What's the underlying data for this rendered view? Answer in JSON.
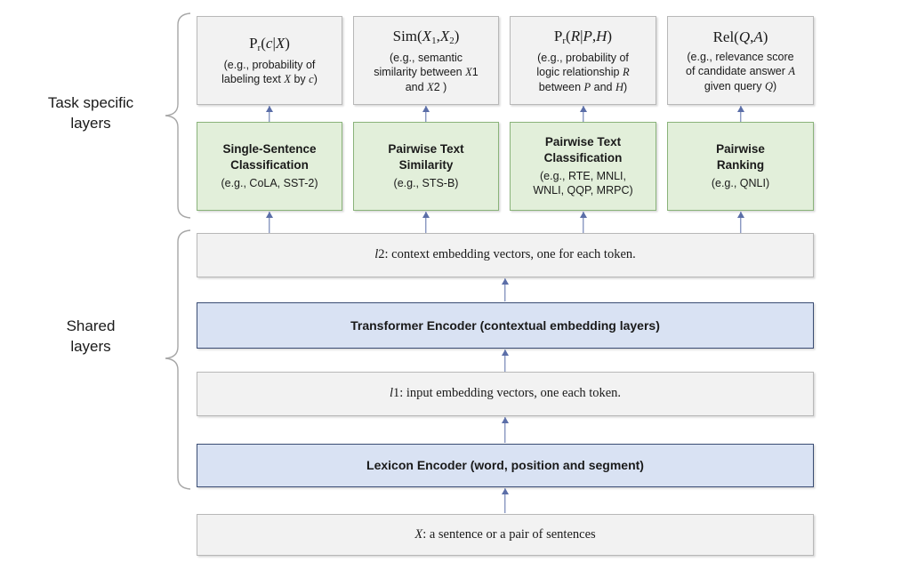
{
  "diagram": {
    "title": "MT-DNN multi-task model architecture",
    "colors": {
      "gray_fill": "#f2f2f2",
      "gray_border": "#b8b8b8",
      "green_fill": "#e2efda",
      "green_border": "#8ab37a",
      "blue_fill": "#d9e2f3",
      "blue_border": "#3a4c73",
      "arrow": "#5b6ea8"
    },
    "side_labels": [
      {
        "id": "task-specific",
        "line1": "Task specific",
        "line2": "layers"
      },
      {
        "id": "shared",
        "line1": "Shared",
        "line2": "layers"
      }
    ],
    "output_boxes": [
      {
        "id": "prob-c-given-x",
        "formula_html": "P<span class=\"sub roman\">r</span>(<span class=\"italic\">c</span>|<span class=\"italic\">X</span>)",
        "lines": [
          "(e.g., probability of",
          "labeling text X by c)"
        ],
        "lines_html": [
          "(e.g., probability of",
          "labeling text <span class=\"italic\">X</span> by <span class=\"italic\">c</span>)"
        ]
      },
      {
        "id": "sim-x1-x2",
        "formula_html": "Sim(<span class=\"italic\">X</span><span class=\"sub\">1</span>,<span class=\"italic\">X</span><span class=\"sub\">2</span>)",
        "lines": [
          "(e.g., semantic",
          "similarity between X1",
          "and X2 )"
        ],
        "lines_html": [
          "(e.g., semantic",
          "similarity between <span class=\"italic\">X</span><span class=\"sub\">1</span>",
          "and <span class=\"italic\">X</span><span class=\"sub\">2</span> )"
        ]
      },
      {
        "id": "prob-r-given-p-h",
        "formula_html": "P<span class=\"sub roman\">r</span>(<span class=\"italic\">R</span>|<span class=\"italic\">P</span>,<span class=\"italic\">H</span>)",
        "lines": [
          "(e.g., probability of",
          "logic relationship R",
          "between P and H)"
        ],
        "lines_html": [
          "(e.g., probability of",
          "logic relationship <span class=\"italic\">R</span>",
          "between <span class=\"italic\">P</span> and <span class=\"italic\">H</span>)"
        ]
      },
      {
        "id": "rel-q-a",
        "formula_html": "Rel(<span class=\"italic\">Q</span>,<span class=\"italic\">A</span>)",
        "lines": [
          "(e.g., relevance score",
          "of candidate answer A",
          "given query Q)"
        ],
        "lines_html": [
          "(e.g., relevance score",
          "of candidate answer <span class=\"italic\">A</span>",
          "given query <span class=\"italic\">Q</span>)"
        ]
      }
    ],
    "task_boxes": [
      {
        "id": "single-sentence-classification",
        "title_lines": [
          "Single-Sentence",
          "Classification"
        ],
        "examples": [
          "(e.g., CoLA, SST-2)"
        ]
      },
      {
        "id": "pairwise-text-similarity",
        "title_lines": [
          "Pairwise Text",
          "Similarity"
        ],
        "examples": [
          "(e.g., STS-B)"
        ]
      },
      {
        "id": "pairwise-text-classification",
        "title_lines": [
          "Pairwise Text",
          "Classification"
        ],
        "examples": [
          "(e.g., RTE, MNLI,",
          "WNLI, QQP, MRPC)"
        ]
      },
      {
        "id": "pairwise-ranking",
        "title_lines": [
          "Pairwise",
          "Ranking"
        ],
        "examples": [
          "(e.g., QNLI)"
        ]
      }
    ],
    "shared_layers": [
      {
        "id": "l2-context-embedding",
        "kind": "gray",
        "label_html": "<span class=\"italic\">l</span><span class=\"sub\">2</span>: context embedding vectors, one for each token.",
        "label_text": "l2: context embedding vectors, one for each token."
      },
      {
        "id": "transformer-encoder",
        "kind": "blue",
        "label_html": "Transformer Encoder (contextual embedding layers)",
        "label_text": "Transformer Encoder (contextual embedding layers)"
      },
      {
        "id": "l1-input-embedding",
        "kind": "gray",
        "label_html": "<span class=\"italic\">l</span><span class=\"sub\">1</span>: input embedding vectors, one each token.",
        "label_text": "l1: input embedding vectors, one each token."
      },
      {
        "id": "lexicon-encoder",
        "kind": "blue",
        "label_html": "Lexicon Encoder (word, position and segment)",
        "label_text": "Lexicon Encoder (word, position and segment)"
      },
      {
        "id": "input-sentence",
        "kind": "gray",
        "label_html": "<span class=\"italic\">X</span>: a sentence or a pair of sentences",
        "label_text": "X: a sentence or a pair of sentences"
      }
    ]
  }
}
